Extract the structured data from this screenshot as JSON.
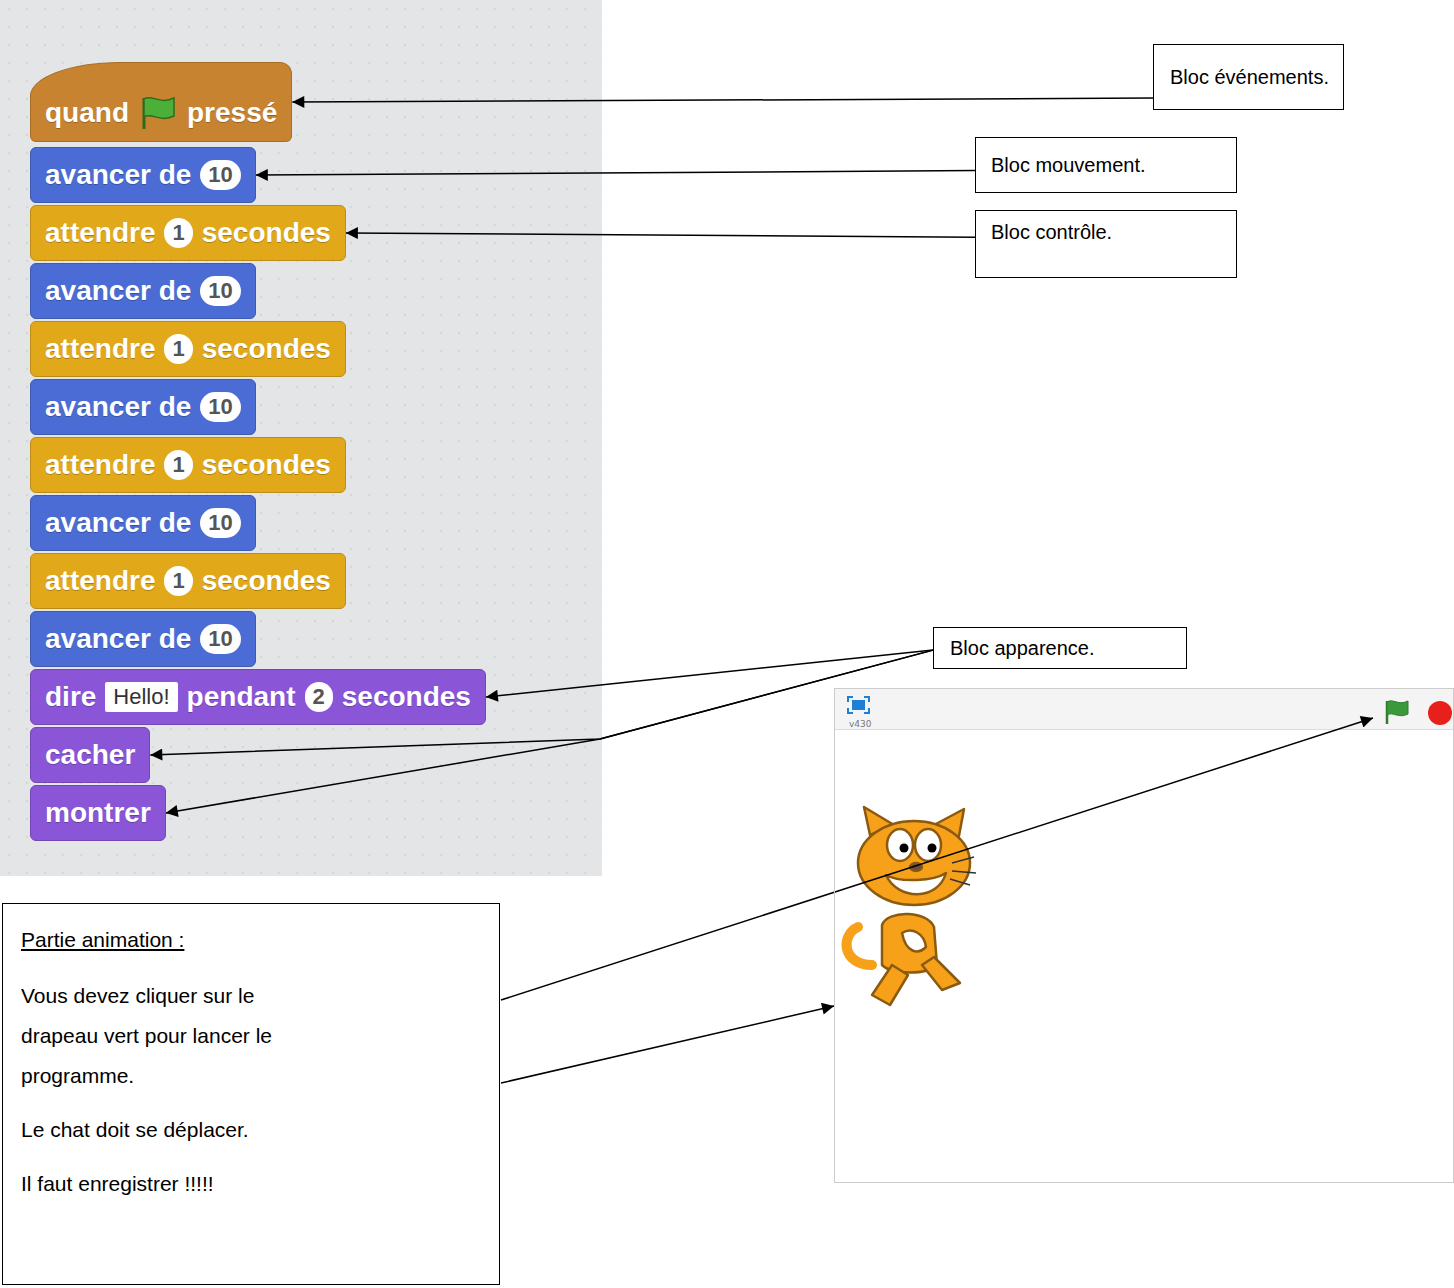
{
  "diagram": {
    "nodes": [
      {
        "text": [
          "quand",
          "pressé"
        ]
      },
      {
        "text": [
          "avancer de",
          "10"
        ]
      },
      {
        "text": [
          "attendre",
          "1",
          "secondes"
        ]
      },
      {
        "text": [
          "avancer de",
          "10"
        ]
      },
      {
        "text": [
          "attendre",
          "1",
          "secondes"
        ]
      },
      {
        "text": [
          "avancer de",
          "10"
        ]
      },
      {
        "text": [
          "attendre",
          "1",
          "secondes"
        ]
      },
      {
        "text": [
          "avancer de",
          "10"
        ]
      },
      {
        "text": [
          "attendre",
          "1",
          "secondes"
        ]
      },
      {
        "text": [
          "avancer de",
          "10"
        ]
      },
      {
        "text": [
          "dire",
          "Hello!",
          "pendant",
          "2",
          "secondes"
        ]
      },
      {
        "text": [
          "cacher"
        ]
      },
      {
        "text": [
          "montrer"
        ]
      },
      {
        "text": [
          "Bloc événements."
        ]
      },
      {
        "text": [
          "Bloc mouvement."
        ]
      },
      {
        "text": [
          "Bloc contrôle."
        ]
      },
      {
        "text": [
          "Bloc apparence."
        ]
      },
      {
        "text": [
          "Partie animation :",
          "Vous devez cliquer sur le drapeau vert pour lancer le programme.",
          "Le chat doit se déplacer.",
          "Il faut enregistrer !!!!!"
        ]
      },
      {
        "text": [
          "v430"
        ]
      }
    ],
    "edges": [
      {
        "from": 13,
        "to": 0,
        "arrow": "to"
      },
      {
        "from": 14,
        "to": 1,
        "arrow": "to"
      },
      {
        "from": 15,
        "to": 2,
        "arrow": "to"
      },
      {
        "from": 16,
        "to": 10,
        "arrow": "to"
      },
      {
        "from": 16,
        "to": 11,
        "arrow": "to"
      },
      {
        "from": 16,
        "to": 12,
        "arrow": "to"
      }
    ]
  }
}
